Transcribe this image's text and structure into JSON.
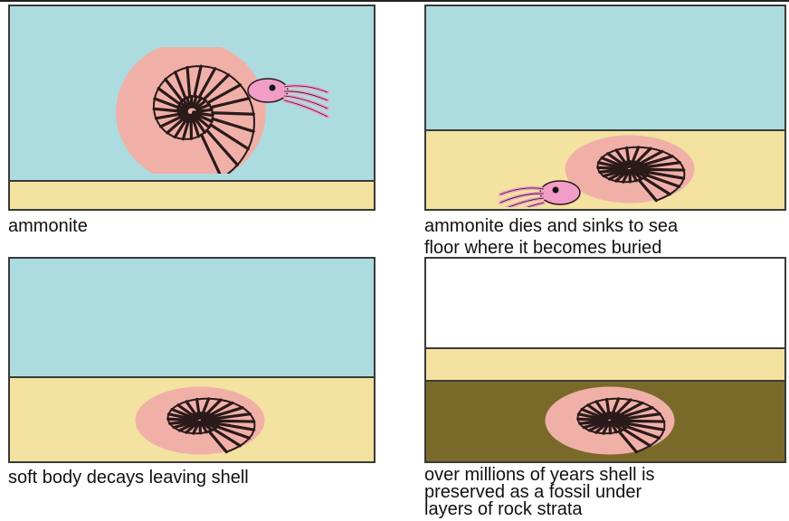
{
  "colors": {
    "water": "#acdcdf",
    "sediment": "#f3e2a0",
    "rock": "#7a6a2a",
    "air": "#ffffff",
    "shell_fill": "#f0b0a8",
    "shell_line": "#2a1a1a",
    "body": "#f29cc8"
  },
  "panels": [
    {
      "caption_lines": [
        "ammonite"
      ]
    },
    {
      "caption_lines": [
        "ammonite dies and sinks to sea",
        "floor where it becomes buried"
      ]
    },
    {
      "caption_lines": [
        "soft body decays leaving shell"
      ]
    },
    {
      "caption_lines": [
        "over millions of years shell is",
        "preserved as a fossil under",
        "layers of rock strata"
      ]
    }
  ]
}
